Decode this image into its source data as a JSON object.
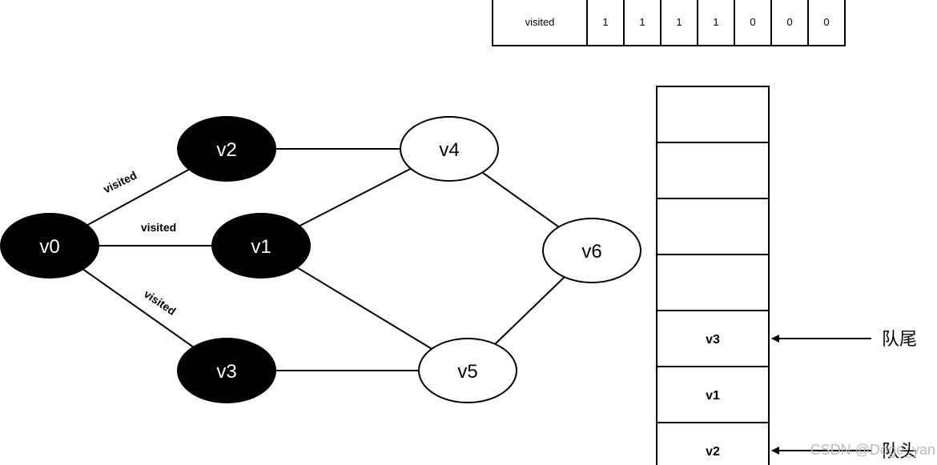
{
  "visited_table": {
    "label": "visited",
    "values": [
      "1",
      "1",
      "1",
      "1",
      "0",
      "0",
      "0"
    ]
  },
  "graph": {
    "nodes": [
      {
        "id": "v0",
        "label": "v0",
        "visited": true
      },
      {
        "id": "v1",
        "label": "v1",
        "visited": true
      },
      {
        "id": "v2",
        "label": "v2",
        "visited": true
      },
      {
        "id": "v3",
        "label": "v3",
        "visited": true
      },
      {
        "id": "v4",
        "label": "v4",
        "visited": false
      },
      {
        "id": "v5",
        "label": "v5",
        "visited": false
      },
      {
        "id": "v6",
        "label": "v6",
        "visited": false
      }
    ],
    "edges": [
      {
        "from": "v0",
        "to": "v2",
        "label": "visited"
      },
      {
        "from": "v0",
        "to": "v1",
        "label": "visited"
      },
      {
        "from": "v0",
        "to": "v3",
        "label": "visited"
      },
      {
        "from": "v2",
        "to": "v4",
        "label": ""
      },
      {
        "from": "v1",
        "to": "v4",
        "label": ""
      },
      {
        "from": "v1",
        "to": "v5",
        "label": ""
      },
      {
        "from": "v3",
        "to": "v5",
        "label": ""
      },
      {
        "from": "v4",
        "to": "v6",
        "label": ""
      },
      {
        "from": "v5",
        "to": "v6",
        "label": ""
      }
    ]
  },
  "queue": {
    "cells": [
      "",
      "",
      "",
      "",
      "v3",
      "v1",
      "v2"
    ],
    "tail_label": "队尾",
    "head_label": "队头"
  },
  "colors": {
    "visited_fill": "#000000",
    "visited_text": "#ffffff",
    "unvisited_fill": "#ffffff",
    "unvisited_text": "#000000"
  },
  "watermark": "CSDN @Doge_yan"
}
